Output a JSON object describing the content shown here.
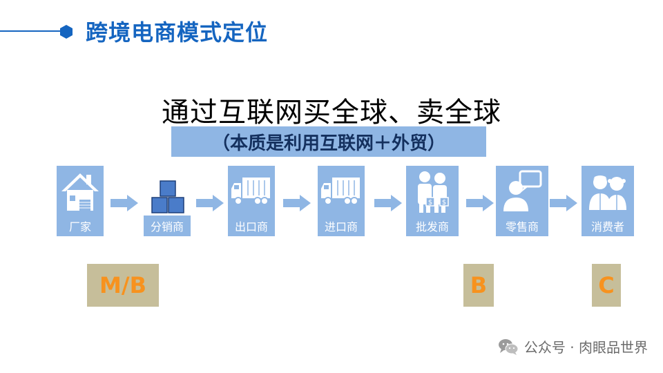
{
  "slide": {
    "title": "跨境电商模式定位",
    "headline": "通过互联网买全球、卖全球",
    "subheadline": "（本质是利用互联网＋外贸）"
  },
  "flow": [
    {
      "label": "厂家",
      "icon": "house-icon"
    },
    {
      "label": "分销商",
      "icon": "boxes-icon"
    },
    {
      "label": "出口商",
      "icon": "truck-icon"
    },
    {
      "label": "进口商",
      "icon": "truck-icon"
    },
    {
      "label": "批发商",
      "icon": "people-money-icon"
    },
    {
      "label": "零售商",
      "icon": "person-speech-icon"
    },
    {
      "label": "消费者",
      "icon": "consumers-icon"
    }
  ],
  "tags": {
    "mb": "M/B",
    "b": "B",
    "c": "C"
  },
  "watermark": {
    "text": "公众号 · 肉眼品世界",
    "icon": "wechat-icon"
  },
  "colors": {
    "title": "#1565c0",
    "tile": "#8fb6e4",
    "tag_bg": "#c6be9a",
    "tag_text": "#f7921e"
  }
}
